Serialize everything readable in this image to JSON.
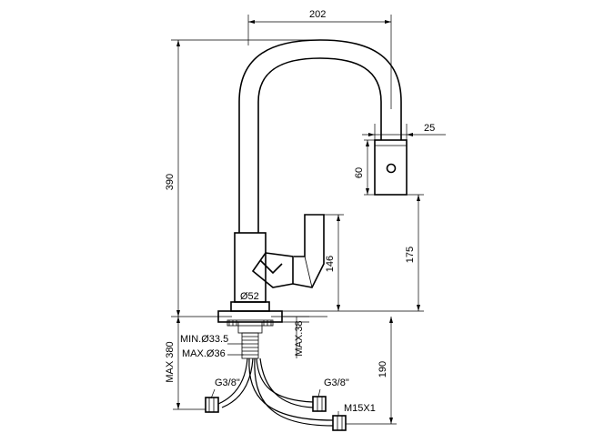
{
  "dimensions": {
    "width": "202",
    "height": "390",
    "sprayer_diameter": "25",
    "sprayer_length": "60",
    "spout_height": "175",
    "lever_height": "146",
    "base_diameter": "Ø52",
    "max_hole_min": "MIN.Ø33.5",
    "max_hole_max": "MAX.Ø36",
    "max_deck": "MAX.38",
    "max_hose_length": "MAX 380",
    "hose_drop": "190",
    "connection_left": "G3/8\"",
    "connection_right": "G3/8\"",
    "connection_bottom": "M15X1"
  }
}
